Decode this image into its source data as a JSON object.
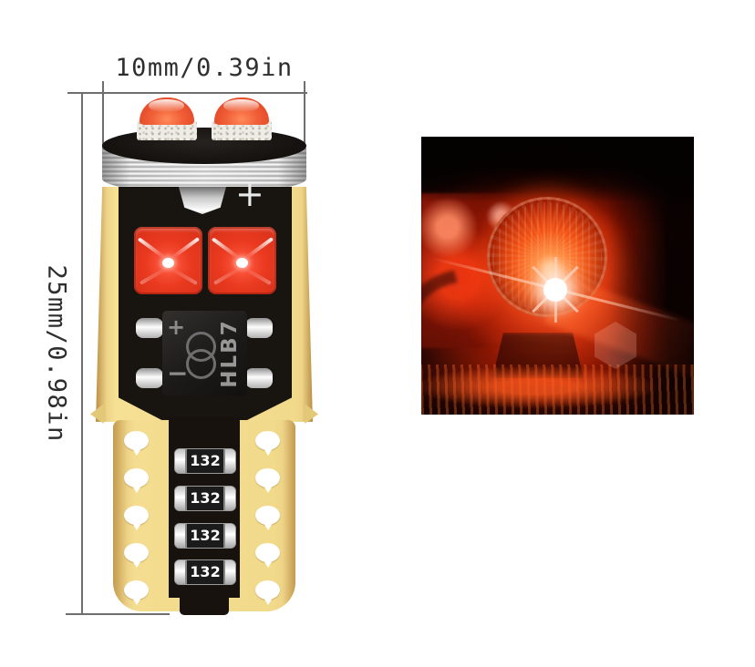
{
  "product_diagram": {
    "width_label": "10mm/0.39in",
    "height_label": "25mm/0.98in",
    "body_polarity_label": "+",
    "chip": {
      "plus_label": "+",
      "minus_label": "−",
      "marking": "HLB7"
    },
    "resistors": [
      "132",
      "132",
      "132",
      "132"
    ]
  },
  "colors": {
    "background": "#ffffff",
    "pcb_yellow": "#f2da8b",
    "body_black": "#18140f",
    "smd_led_red": "#e93a20",
    "dome_orange": "#ee5b3b",
    "metal_silver": "#d9d9d9",
    "dimension_line": "#6e6e6e",
    "label_text": "#2e2e2e",
    "photo_glow_red": "#ff3c08"
  }
}
